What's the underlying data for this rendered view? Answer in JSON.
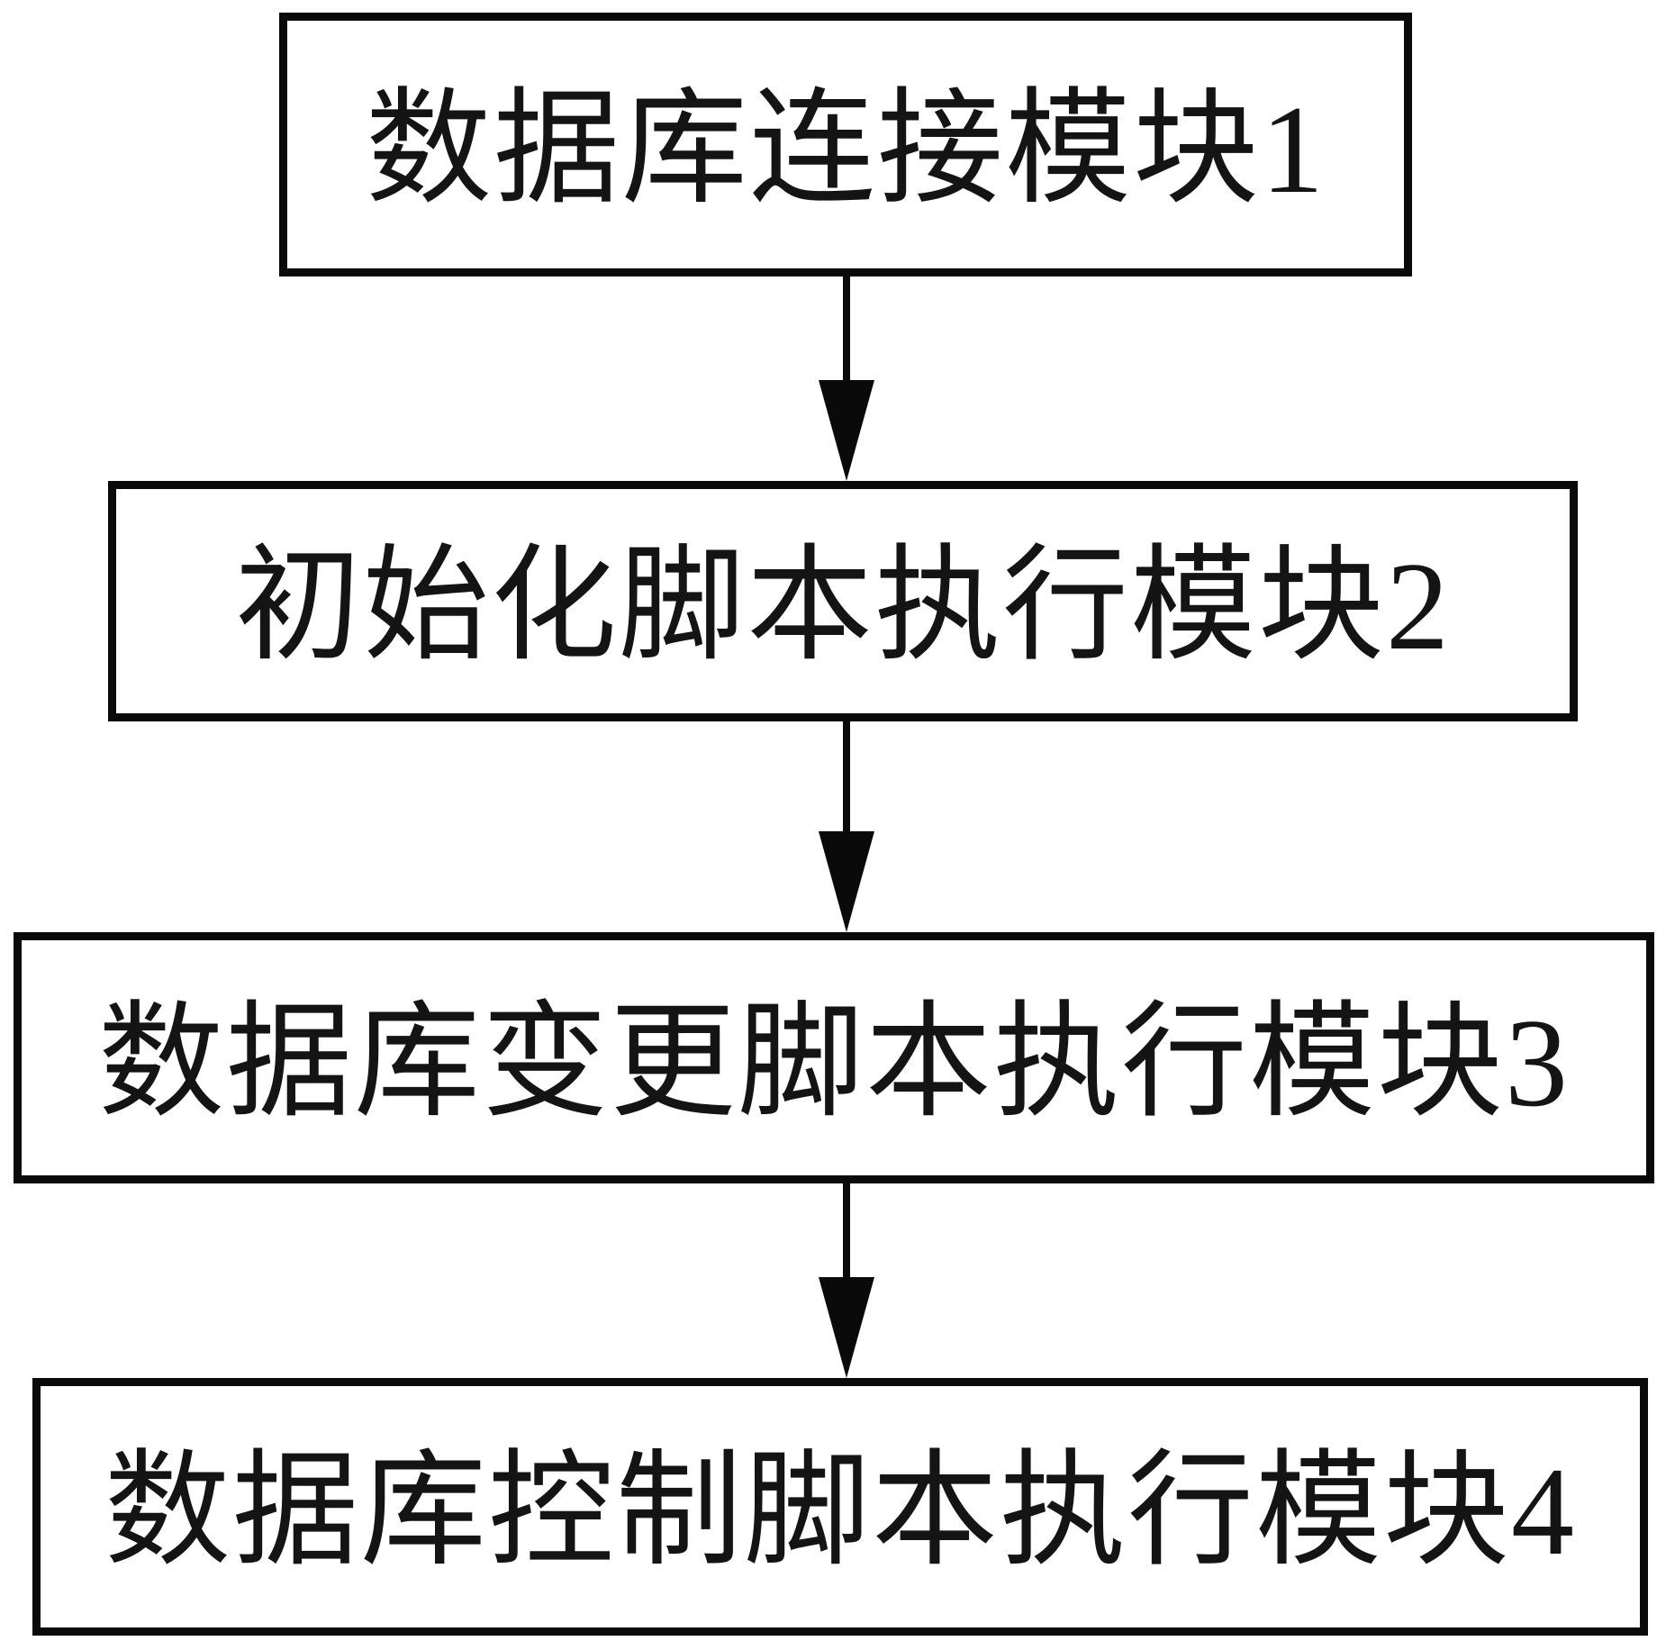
{
  "diagram": {
    "type": "flowchart",
    "direction": "top-down",
    "nodes": [
      {
        "id": "module-1",
        "label": "数据库连接模块1"
      },
      {
        "id": "module-2",
        "label": "初始化脚本执行模块2"
      },
      {
        "id": "module-3",
        "label": "数据库变更脚本执行模块3"
      },
      {
        "id": "module-4",
        "label": "数据库控制脚本执行模块4"
      }
    ],
    "edges": [
      {
        "from": "module-1",
        "to": "module-2",
        "style": "arrow-down"
      },
      {
        "from": "module-2",
        "to": "module-3",
        "style": "arrow-down"
      },
      {
        "from": "module-3",
        "to": "module-4",
        "style": "arrow-down"
      }
    ],
    "colors": {
      "background": "#ffffff",
      "border": "#0a0a0a",
      "text": "#141414"
    }
  }
}
